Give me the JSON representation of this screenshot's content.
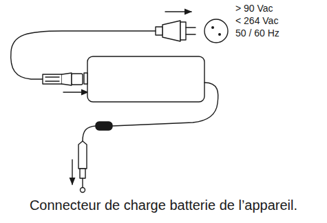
{
  "diagram": {
    "caption": "Connecteur de charge batterie de l’appareil.",
    "labels": [
      "> 90 Vac",
      "< 264 Vac",
      "50 / 60 Hz"
    ]
  }
}
